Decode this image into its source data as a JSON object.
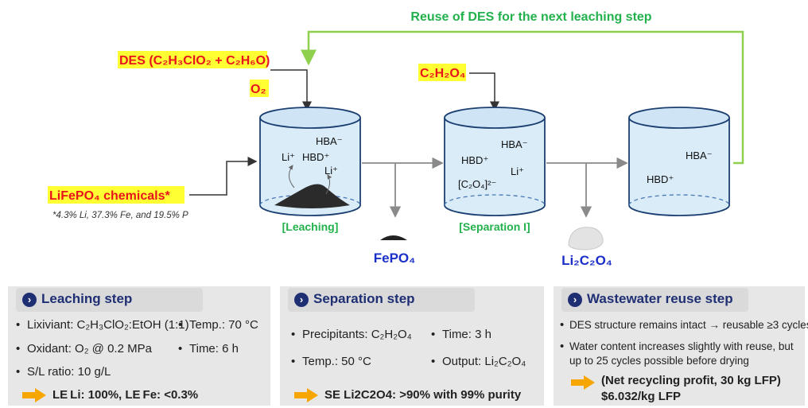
{
  "diagram": {
    "reuse_label": "Reuse of DES for the next leaching step",
    "inputs": {
      "des": "DES (C₂H₃ClO₂ + C₂H₆O)",
      "o2": "O₂",
      "oxalic": "C₂H₂O₄",
      "lfp": "LiFePO₄ chemicals*",
      "lfp_note": "*4.3% Li, 37.3% Fe, and 19.5% P"
    },
    "tanks": {
      "leaching": {
        "label": "[Leaching]",
        "species": [
          "HBA⁻",
          "HBD⁺",
          "Li⁺",
          "Li⁺"
        ]
      },
      "separation": {
        "label": "[Separation I]",
        "species": [
          "HBA⁻",
          "HBD⁺",
          "Li⁺",
          "[C₂O₄]²⁻"
        ]
      },
      "reuse": {
        "species": [
          "HBA⁻",
          "HBD⁺"
        ]
      }
    },
    "products": {
      "fepo4": "FePO₄",
      "li2c2o4": "Li₂C₂O₄"
    }
  },
  "panels": {
    "leaching": {
      "title": "Leaching step",
      "lixiviant": "Lixiviant: C₂H₃ClO₂:EtOH (1:1)",
      "temp": "Temp.: 70 °C",
      "oxidant": "Oxidant: O₂ @ 0.2 MPa",
      "time": "Time: 6 h",
      "sl": "S/L ratio: 10 g/L",
      "result": "LE Li:  100%,   LE Fe: <0.3%"
    },
    "separation": {
      "title": "Separation step",
      "precipitants": "Precipitants: C₂H₂O₄",
      "time": "Time: 3 h",
      "temp": "Temp.: 50 °C",
      "output": "Output: Li₂C₂O₄",
      "result": "SE Li2C2O4: >90% with 99% purity"
    },
    "wastewater": {
      "title": "Wastewater reuse step",
      "line1": "DES structure remains intact → reusable ≥3 cycles",
      "line2a": "Water content increases slightly with reuse, but",
      "line2b": "up to 25 cycles possible before drying",
      "result1": "(Net recycling profit, 30 kg LFP)",
      "result2": "$6.032/kg LFP"
    }
  },
  "colors": {
    "tank_fill": "#d9ecf8",
    "tank_stroke": "#1c3f72",
    "green_label": "#22b14c",
    "reuse_arrow": "#8fd14f",
    "highlight": "#ffff33",
    "red_text": "#e8141b",
    "blue_text": "#1a2fc9",
    "panel_title": "#1f2f74",
    "orange_arrow": "#f7a600"
  }
}
